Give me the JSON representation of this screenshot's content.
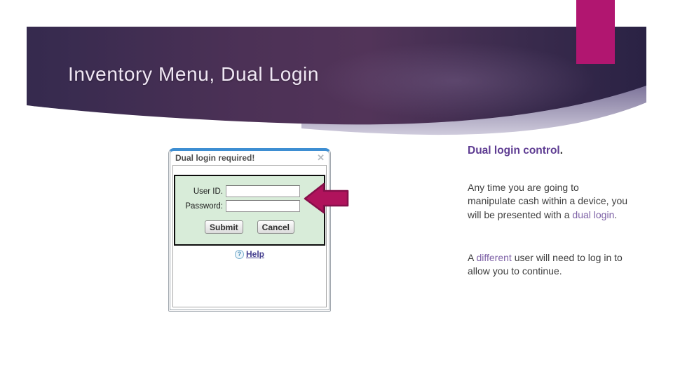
{
  "slide": {
    "title": "Inventory Menu, Dual Login"
  },
  "screenshot": {
    "dialog_title": "Dual login required!",
    "close_icon": "✕",
    "fields": [
      {
        "label": "User ID.",
        "value": ""
      },
      {
        "label": "Password:",
        "value": ""
      }
    ],
    "submit_label": "Submit",
    "cancel_label": "Cancel",
    "help_icon": "?",
    "help_label": "Help"
  },
  "notes": {
    "heading_accent": "Dual login control",
    "heading_tail": ".",
    "para1_before": "Any time you are going to\nmanipulate cash within a device, you\nwill be presented with a ",
    "para1_accent": "dual login",
    "para1_after": ".",
    "para2_before": "A ",
    "para2_accent": "different",
    "para2_after": " user will need to log in to\nallow you to continue."
  },
  "colors": {
    "accent_bar": "#b11670",
    "arrow": "#b0135c",
    "heading_purple": "#5e3c92",
    "link_purple": "#7d61a6",
    "dialog_blue": "#3e8ed2",
    "banner_left": "#352a4e",
    "banner_center": "#523459",
    "banner_right": "#2a2244",
    "green_panel": "#d8ecd9"
  }
}
